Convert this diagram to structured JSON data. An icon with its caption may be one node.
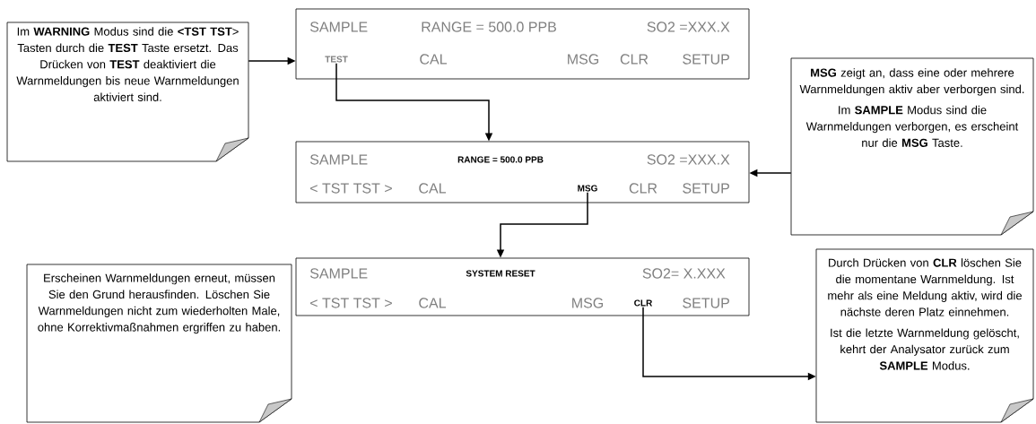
{
  "diagram": {
    "nodes": [
      {
        "text": [
          "Im **WARNING** Modus sind die **<TST TST**> Tasten durch die **TEST** Taste ersetzt. Das Drücken von **TEST** deaktiviert die Warnmeldungen bis neue Warnmeldungen aktiviert sind."
        ]
      },
      {
        "text": [
          "SAMPLE",
          "RANGE = 500.0 PPB",
          "SO2 =XXX.X",
          "CAL",
          "MSG",
          "CLR",
          "SETUP"
        ]
      },
      {
        "text": [
          "TEST"
        ],
        "in": 1
      },
      {
        "text": [
          "SAMPLE",
          "RANGE = 500.0 PPB",
          "SO2 =XXX.X",
          "< TST TST >",
          "CAL",
          "CLR",
          "SETUP"
        ]
      },
      {
        "text": [
          "MSG"
        ],
        "in": 3
      },
      {
        "text": [
          "**MSG** zeigt an, dass eine oder mehrere Warnmeldungen aktiv aber verborgen sind.",
          "Im **SAMPLE** Modus sind die Warnmeldungen verborgen, es erscheint nur die **MSG** Taste."
        ]
      },
      {
        "text": [
          "SAMPLE",
          "SYSTEM RESET",
          "SO2= X.XXX",
          "< TST TST >",
          "CAL",
          "MSG",
          "SETUP"
        ]
      },
      {
        "text": [
          "CLR"
        ],
        "in": 6
      },
      {
        "text": [
          "Erscheinen Warnmeldungen erneut, müssen Sie den Grund herausfinden. Löschen Sie Warnmeldungen nicht zum wiederholten Male, ohne Korrektivmaßnahmen ergriffen zu haben."
        ]
      },
      {
        "text": [
          "Durch Drücken von **CLR** löschen Sie die momentane Warnmeldung. Ist mehr als eine Meldung aktiv, wird die nächste deren Platz einnehmen.",
          "Ist die letzte Warnmeldung gelöscht, kehrt der Analysator zurück zum **SAMPLE** Modus."
        ]
      }
    ],
    "edges": [
      {
        "from": 0,
        "to": 1,
        "arrow": "to"
      },
      {
        "from": 2,
        "to": 3,
        "arrow": "to"
      },
      {
        "from": 5,
        "to": 3,
        "arrow": "to"
      },
      {
        "from": 4,
        "to": 6,
        "arrow": "to"
      },
      {
        "from": 7,
        "to": 9,
        "arrow": "to"
      }
    ]
  }
}
